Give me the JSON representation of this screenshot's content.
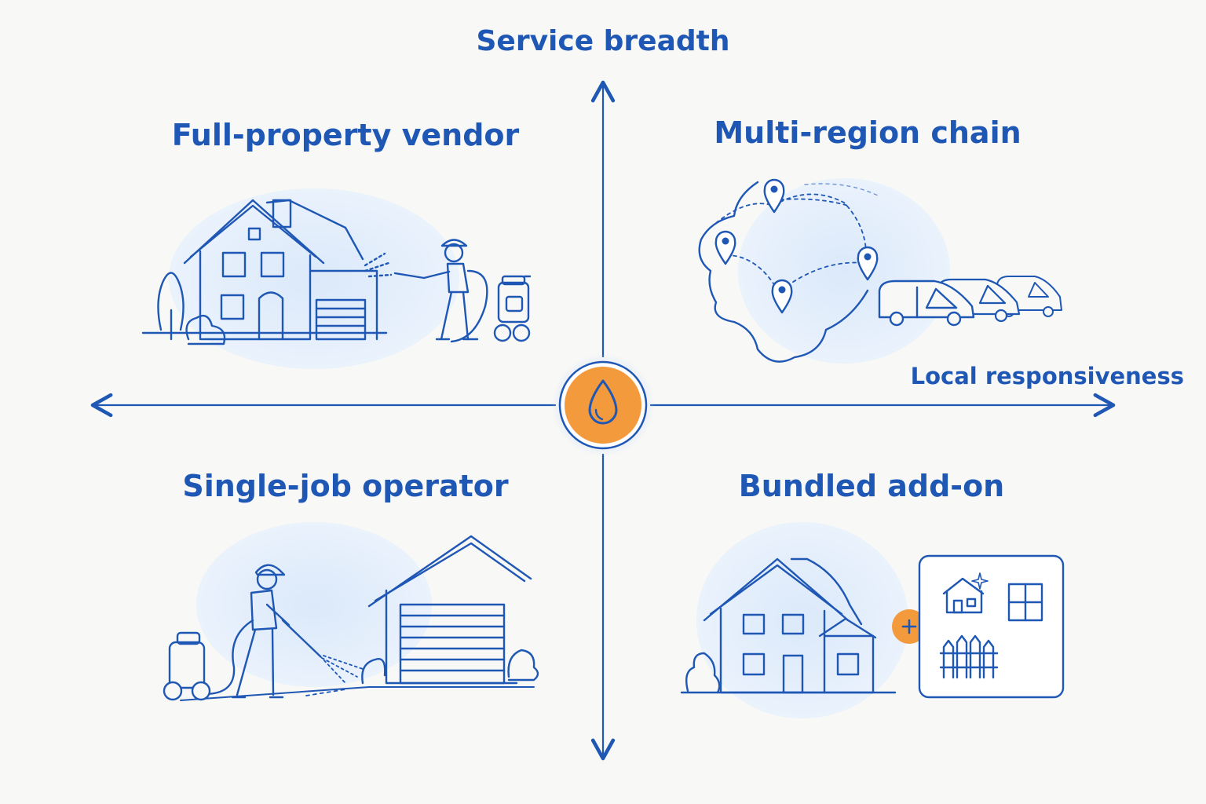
{
  "axes": {
    "vertical_label": "Service breadth",
    "horizontal_label": "Local responsiveness"
  },
  "quadrants": {
    "top_left": {
      "title": "Full-property vendor",
      "illustration": "house-with-worker-pressure-washing-icon"
    },
    "top_right": {
      "title": "Multi-region chain",
      "illustration": "region-map-with-pins-and-vans-icon"
    },
    "bottom_left": {
      "title": "Single-job operator",
      "illustration": "worker-washing-driveway-garage-icon"
    },
    "bottom_right": {
      "title": "Bundled add-on",
      "illustration": "house-plus-services-card-icon"
    }
  },
  "center_badge": {
    "icon": "water-drop-icon"
  },
  "colors": {
    "line": "#1f57b5",
    "accent": "#f29a3c",
    "blob": "#e3eefb",
    "background": "#f8f8f6"
  }
}
